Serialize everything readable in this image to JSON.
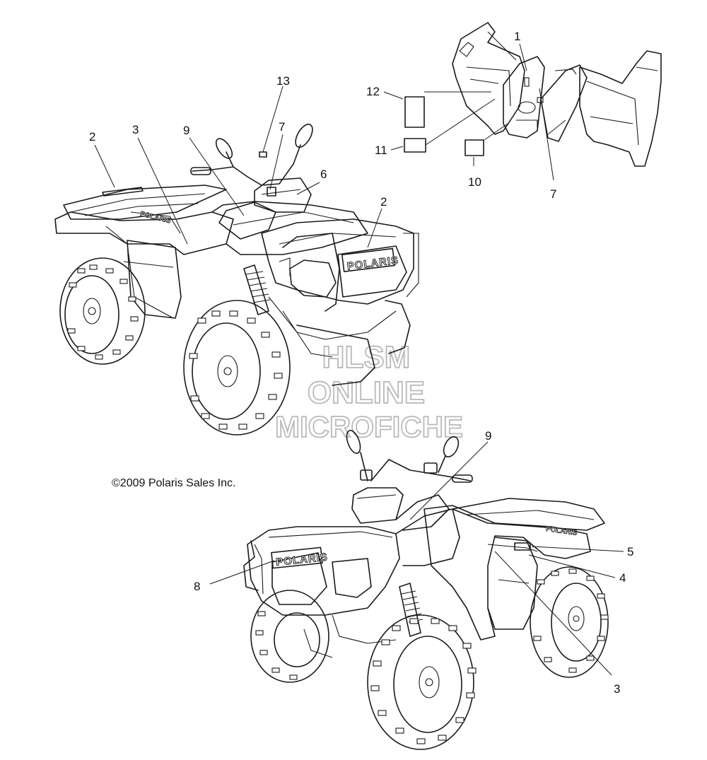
{
  "copyright": "©2009 Polaris Sales Inc.",
  "watermark": [
    "HLSM",
    "ONLINE",
    "MICROFICHE"
  ],
  "brand": "POLARIS",
  "callouts": {
    "c1": "1",
    "c2a": "2",
    "c2b": "2",
    "c3a": "3",
    "c3b": "3",
    "c4": "4",
    "c5": "5",
    "c6": "6",
    "c7a": "7",
    "c7b": "7",
    "c8": "8",
    "c9a": "9",
    "c9b": "9",
    "c10": "10",
    "c11": "11",
    "c12": "12",
    "c13": "13"
  }
}
